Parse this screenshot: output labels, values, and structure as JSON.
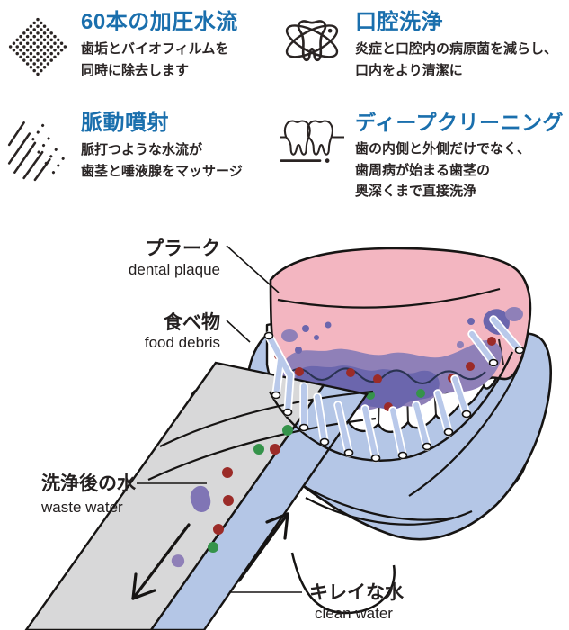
{
  "palette": {
    "heading_blue": "#1a6fad",
    "body_text": "#2a2525",
    "outline_black": "#161413",
    "gum_pink": "#f3b6c1",
    "device_blue": "#b4c6e6",
    "jet_blue": "#b9c9ea",
    "plaque_purple_light": "#8f80b8",
    "plaque_purple_dark": "#6b66ad",
    "waste_gray": "#d8d8d9",
    "debris_red": "#9b2b28",
    "debris_green": "#35934a",
    "gumline_navy": "#2a3352"
  },
  "features": [
    {
      "icon": "dots-diamond-icon",
      "title": "60本の加圧水流",
      "lines": [
        "歯垢とバイオフィルムを",
        "同時に除去します"
      ]
    },
    {
      "icon": "tooth-orbit-icon",
      "title": "口腔洗浄",
      "lines": [
        "炎症と口腔内の病原菌を減らし、",
        "口内をより清潔に"
      ]
    },
    {
      "icon": "pulse-jet-lines-icon",
      "title": "脈動噴射",
      "lines": [
        "脈打つような水流が",
        "歯茎と唾液腺をマッサージ"
      ]
    },
    {
      "icon": "teeth-gumline-icon",
      "title": "ディープクリーニング",
      "lines": [
        "歯の内側と外側だけでなく、",
        "歯周病が始まる歯茎の",
        "奥深くまで直接洗浄"
      ]
    }
  ],
  "diagram": {
    "labels": {
      "plaque": {
        "jp": "プラーク",
        "en": "dental plaque"
      },
      "food": {
        "jp": "食べ物",
        "en": "food debris"
      },
      "waste": {
        "jp": "洗浄後の水",
        "en": "waste water"
      },
      "clean": {
        "jp": "キレイな水",
        "en": "clean water"
      }
    }
  }
}
